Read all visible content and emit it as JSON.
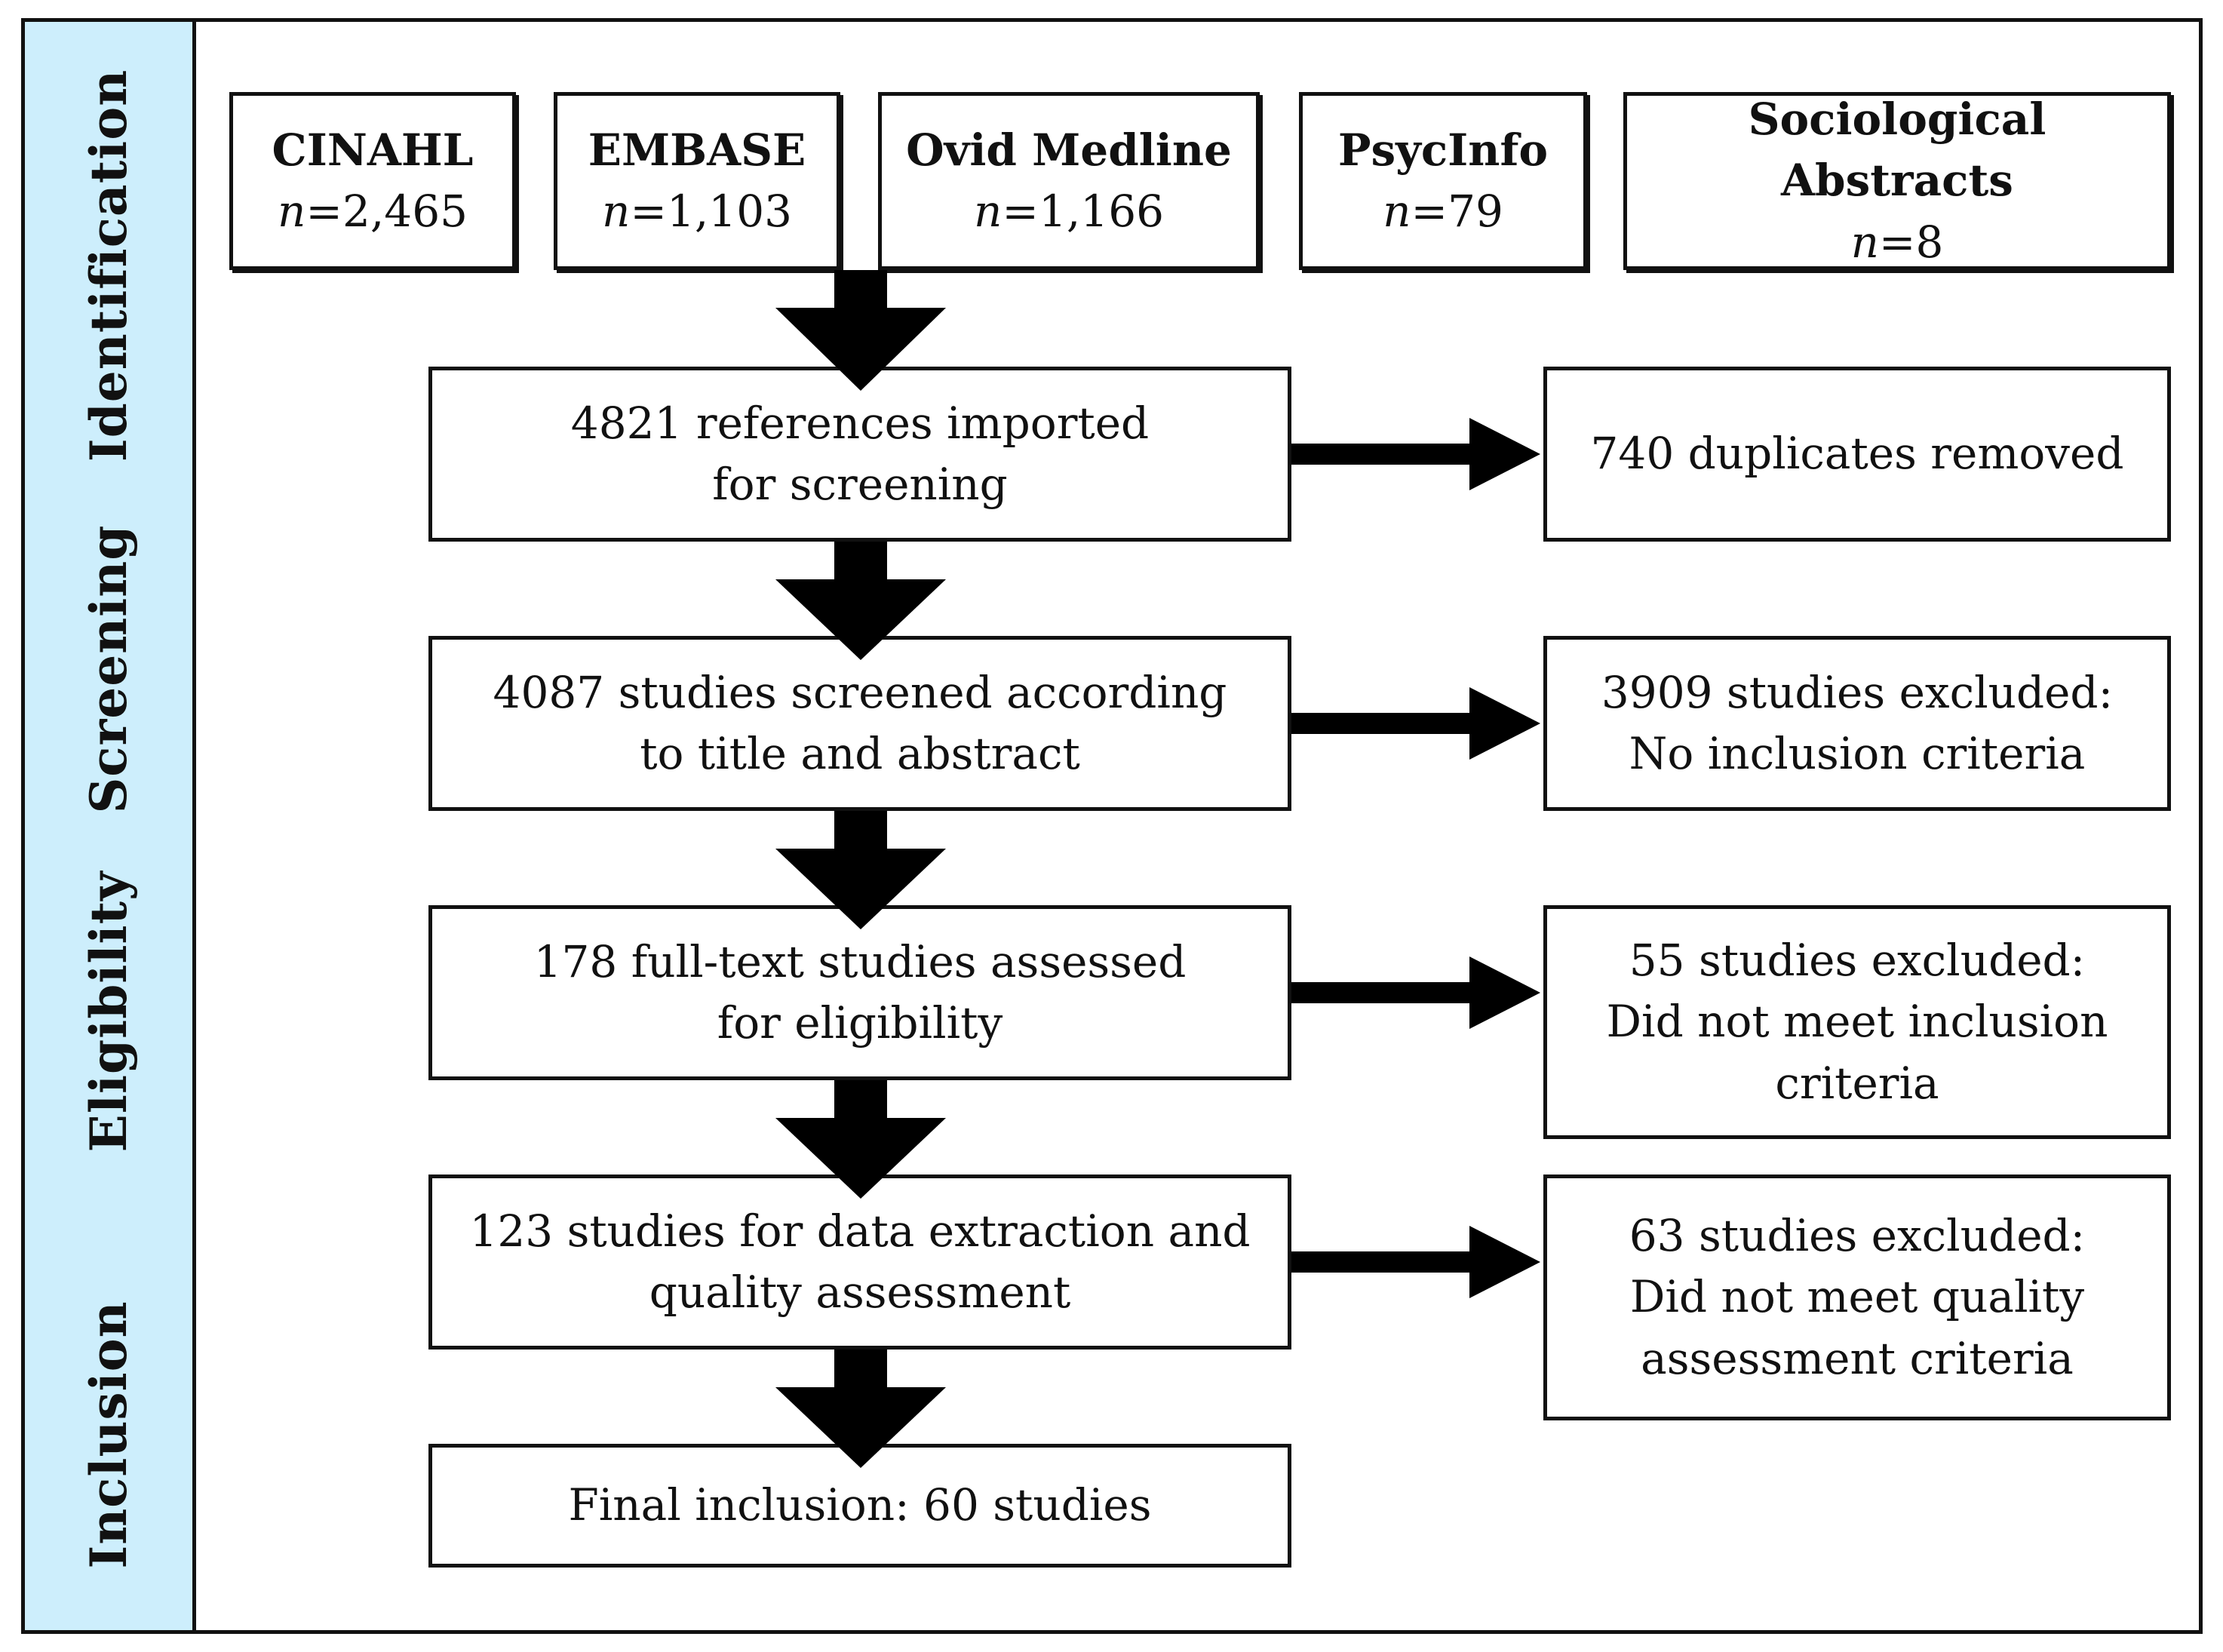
{
  "phases": [
    "Identification",
    "Screening",
    "Eligibility",
    "Inclusion"
  ],
  "sources": [
    {
      "name": "CINAHL",
      "n_prefix": "n",
      "count": "=2,465"
    },
    {
      "name": "EMBASE",
      "n_prefix": "n",
      "count": "=1,103"
    },
    {
      "name": "Ovid Medline",
      "n_prefix": "n",
      "count": "=1,166"
    },
    {
      "name": "PsycInfo",
      "n_prefix": "n",
      "count": "=79"
    },
    {
      "name": "Sociological Abstracts",
      "n_prefix": "n",
      "count": "=8"
    }
  ],
  "steps": [
    {
      "line1": "4821 references imported",
      "line2": "for screening"
    },
    {
      "line1": "4087 studies screened according",
      "line2": "to title and abstract"
    },
    {
      "line1": "178 full-text studies assessed",
      "line2": "for eligibility"
    },
    {
      "line1": "123 studies for data extraction and",
      "line2": "quality assessment"
    },
    {
      "line1": "Final inclusion: 60 studies",
      "line2": ""
    }
  ],
  "exclusions": [
    {
      "line1": "740 duplicates removed",
      "line2": "",
      "line3": ""
    },
    {
      "line1": "3909 studies excluded:",
      "line2": "No inclusion criteria",
      "line3": ""
    },
    {
      "line1": "55 studies excluded:",
      "line2": "Did not meet inclusion",
      "line3": "criteria"
    },
    {
      "line1": "63 studies excluded:",
      "line2": "Did not meet quality",
      "line3": "assessment criteria"
    }
  ]
}
